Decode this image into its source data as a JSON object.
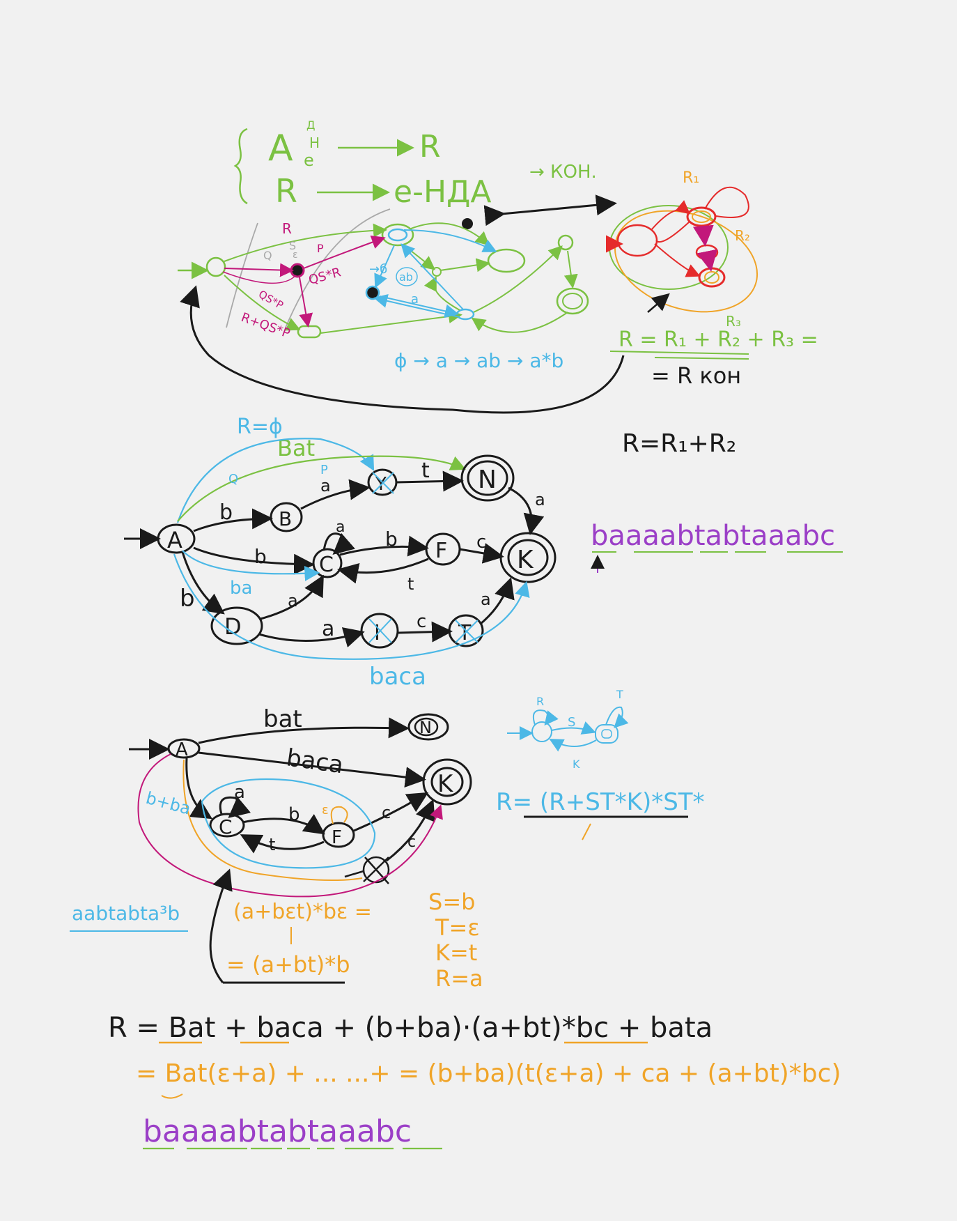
{
  "colors": {
    "background": "#f1f1f1",
    "green": "#7bc142",
    "blue": "#4cb8e6",
    "black": "#1a1a1a",
    "magenta": "#c2187a",
    "orange": "#f0a428",
    "purple": "#9b3fc7",
    "red": "#e52b2b",
    "gray": "#a9a9a9"
  },
  "top": {
    "brace_line1_left": "A",
    "brace_line1_sup": "Д",
    "brace_line1_sup2": "Н",
    "brace_line1_sub": "e",
    "brace_line1_right": "R",
    "brace_line2_left": "R",
    "brace_line2_right": "e-НДА",
    "kon": "→ КОН.",
    "labels": {
      "R": "R",
      "Q": "Q",
      "S": "S",
      "P": "P",
      "eps": "ε",
      "QS_R": "QS*R",
      "QS_P": "QS*P",
      "R_QS_P": "R+QS*P",
      "to_b": "→б",
      "ab": "ab",
      "a": "a"
    },
    "progression": "ϕ → a → ab → a*b",
    "R1": "R₁",
    "R2": "R₂",
    "R3": "R₃",
    "formula_line1": "R = R₁ + R₂ + R₃ =",
    "formula_line2": "= R кон",
    "formula_sum": "R=R₁+R₂"
  },
  "middle": {
    "R_phi": "R=ϕ",
    "bat_label": "Bat",
    "states": {
      "A": "A",
      "B": "B",
      "C": "C",
      "D": "D",
      "F": "F",
      "I": "I",
      "T": "T",
      "N": "N",
      "K": "K",
      "Y": "Y"
    },
    "edges": {
      "AB": "b",
      "AC": "b",
      "AD": "b",
      "BY": "a",
      "YN": "t",
      "NK": "a",
      "CC": "a",
      "CF": "b",
      "FC": "t",
      "FK": "c",
      "DC": "a",
      "DI": "a",
      "IT": "c",
      "TK": "a",
      "Q": "Q",
      "P": "P"
    },
    "ba_label": "ba",
    "baca_label": "baca",
    "word": "baaaabtabtaaabc"
  },
  "bottom": {
    "states": {
      "A": "A",
      "N": "N",
      "K": "K",
      "C": "C",
      "F": "F"
    },
    "bat": "bat",
    "baca": "baca",
    "loop_a": "a",
    "CF": "b",
    "FC": "t",
    "FK": "c",
    "XK": "c",
    "eps": "ε",
    "b_ba": "b+ba",
    "word_left": "aabtabta³b",
    "expr1": "(a+bεt)*bε =",
    "expr2": "= (a+bt)*b",
    "subs": [
      "S=b",
      "T=ε",
      "K=t",
      "R=a"
    ],
    "small_fsm": {
      "S": "S",
      "K": "K",
      "R": "R",
      "T": "T"
    },
    "formula_R": "R= (R+ST*K)*ST*"
  },
  "final": {
    "line1": "R = Bat + baca + (b+ba)·(a+bt)*bc + bata",
    "line2": "= Bat(ε+a) + ... ...+  =  (b+ba)(t(ε+a) + ca + (a+bt)*bc)",
    "word": "baaaabtabtaaabc"
  }
}
